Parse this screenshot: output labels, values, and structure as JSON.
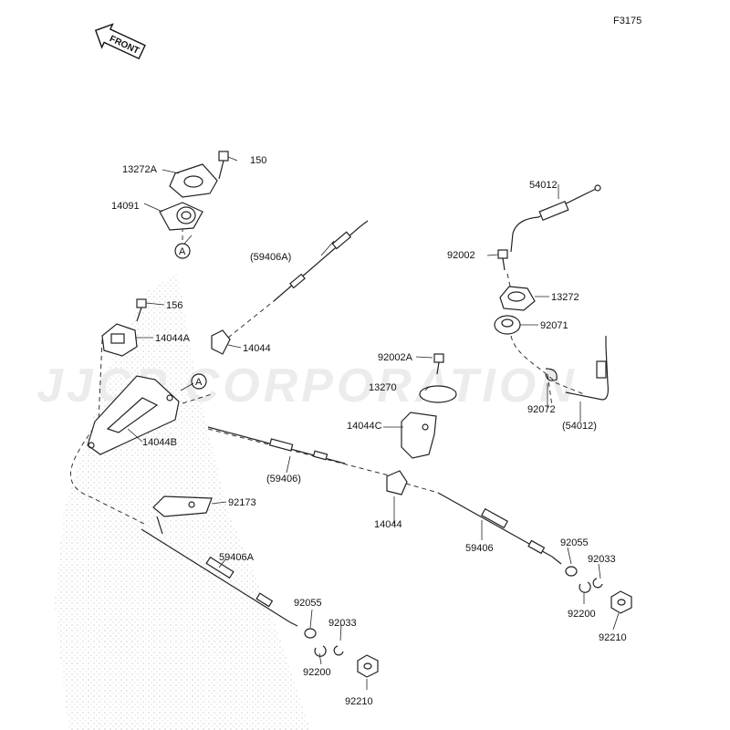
{
  "figure_code": "F3175",
  "front_label": "FRONT",
  "watermark": "JJCP CORPORATION",
  "callouts": {
    "c_13272A": "13272A",
    "c_150": "150",
    "c_14091": "14091",
    "c_ref_a_top": "A",
    "c_59406A_paren": "(59406A)",
    "c_156": "156",
    "c_14044A": "14044A",
    "c_14044_upper": "14044",
    "c_ref_a_mid": "A",
    "c_14044B": "14044B",
    "c_59406_paren": "(59406)",
    "c_92173": "92173",
    "c_59406A": "59406A",
    "c_92055_left": "92055",
    "c_92033_left": "92033",
    "c_92200_left": "92200",
    "c_92210_left": "92210",
    "c_54012": "54012",
    "c_92002": "92002",
    "c_13272": "13272",
    "c_92071": "92071",
    "c_92002A": "92002A",
    "c_13270": "13270",
    "c_14044C": "14044C",
    "c_92072": "92072",
    "c_54012_paren": "(54012)",
    "c_14044_lower": "14044",
    "c_59406": "59406",
    "c_92055_right": "92055",
    "c_92033_right": "92033",
    "c_92200_right": "92200",
    "c_92210_right": "92210"
  }
}
